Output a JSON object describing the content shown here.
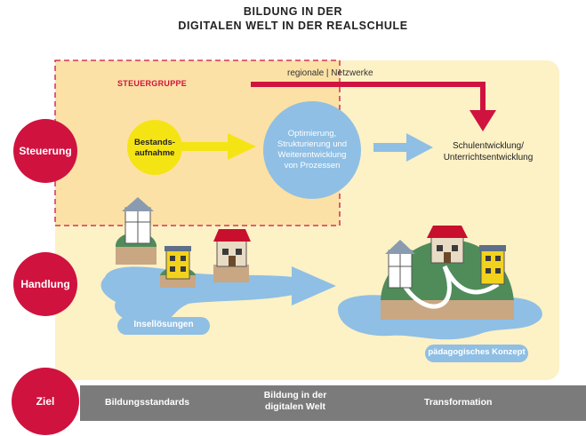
{
  "title": {
    "line1": "BILDUNG IN DER",
    "line2": "DIGITALEN WELT IN DER REALSCHULE"
  },
  "rows": {
    "steuerung": "Steuerung",
    "handlung": "Handlung",
    "ziel": "Ziel"
  },
  "steuergruppe": "STEUERGRUPPE",
  "netzwerke": "regionale | Netzwerke",
  "bestandsaufnahme": [
    "Bestands-",
    "aufnahme"
  ],
  "optimierung": [
    "Optimierung,",
    "Strukturierung und",
    "Weiterentwicklung",
    "von Prozessen"
  ],
  "schulentwicklung": [
    "Schulentwicklung/",
    "Unterrichtsentwicklung"
  ],
  "insellosungen": "Insellösungen",
  "konzept": "pädagogisches Konzept",
  "bottom_bar": {
    "bildungsstandards": "Bildungsstandards",
    "digitale_welt": [
      "Bildung in der",
      "digitalen Welt"
    ],
    "transformation": "Transformation"
  },
  "colors": {
    "red": "#d0123f",
    "yellow_bg": "#fdf1c6",
    "orange_box": "#fbe1a6",
    "yellow": "#f5e414",
    "blue": "#8fbfe4",
    "gray_bar": "#7b7b7b",
    "green": "#4f8c5a"
  }
}
